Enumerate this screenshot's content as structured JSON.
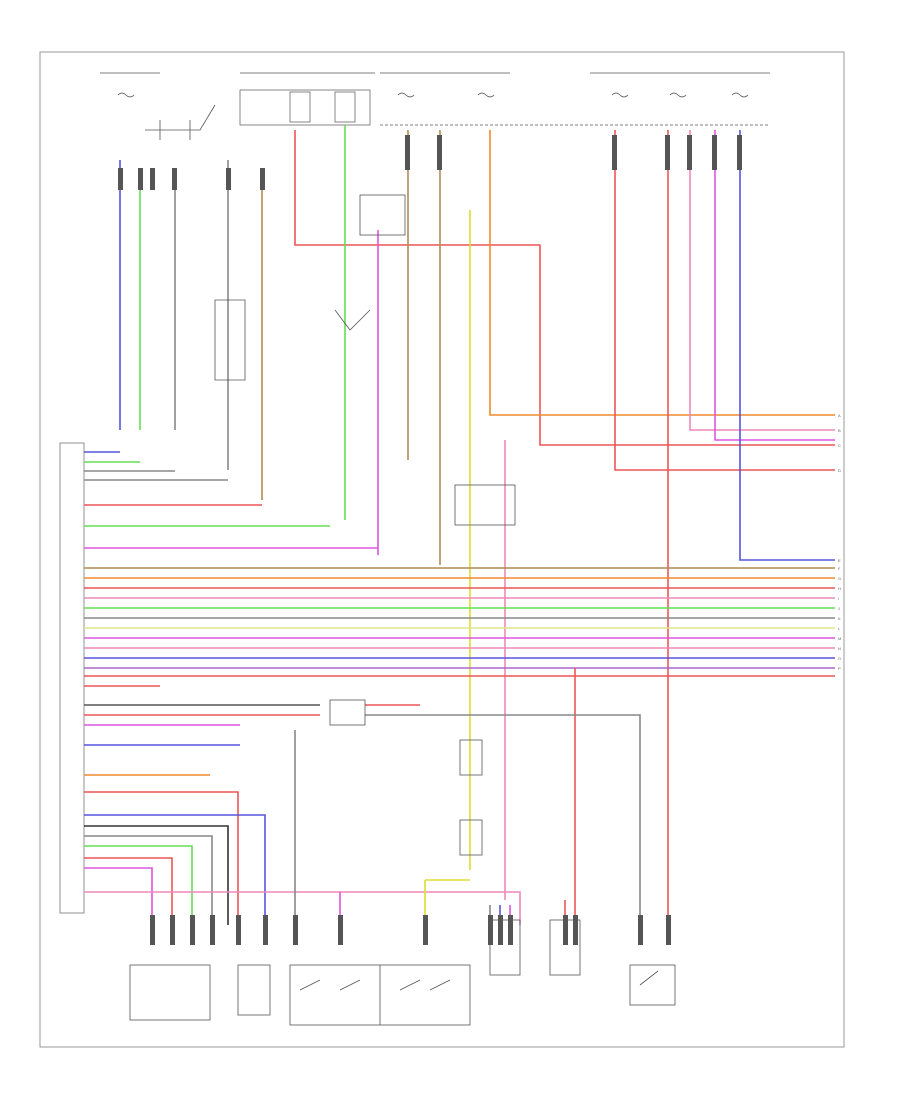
{
  "diagram": {
    "corner_code": "",
    "colors": {
      "green": "#66dd55",
      "yellow": "#dede33",
      "orange": "#f08a30",
      "tan": "#b08a55",
      "pink": "#ee88bb",
      "magenta": "#dd55dd",
      "red": "#ee5555",
      "blue": "#5555dd",
      "gray": "#888888",
      "violet": "#aa66cc",
      "black": "#333333"
    },
    "right_terminal_letters": [
      "A",
      "B",
      "C",
      "D",
      "E",
      "F",
      "G",
      "H",
      "I",
      "J",
      "K",
      "L",
      "M",
      "N",
      "O",
      "P"
    ],
    "captions": [
      {
        "name": "caption-power-window-master-switch",
        "text": ""
      },
      {
        "name": "caption-passenger-power-window-switch",
        "text": ""
      },
      {
        "name": "caption-front-passenger-switch",
        "text": ""
      },
      {
        "name": "caption-outside-mirror-switch",
        "text": ""
      },
      {
        "name": "caption-remote-control-mirror",
        "text": ""
      }
    ]
  }
}
